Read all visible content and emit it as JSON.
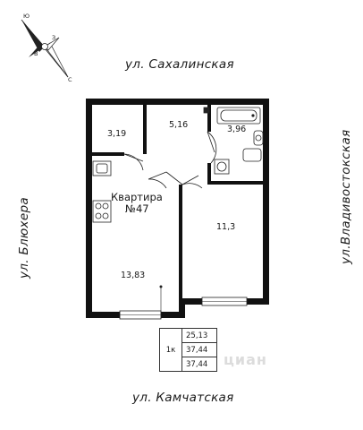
{
  "streets": {
    "top": "ул. Сахалинская",
    "bottom": "ул. Камчатская",
    "left": "ул. Блюхера",
    "right": "ул.Владивостокская"
  },
  "compass": {
    "letters": [
      "Ю",
      "З",
      "В",
      "С"
    ]
  },
  "rooms": {
    "storage": "3,19",
    "hall": "5,16",
    "bathroom": "3,96",
    "bedroom": "11,3",
    "kitchen_living": "13,83"
  },
  "apartment": {
    "line1": "Квартира",
    "line2": "№47"
  },
  "area_table": {
    "rooms": "1к",
    "values": [
      "25,13",
      "37,44",
      "37,44"
    ]
  },
  "watermark": "циан"
}
